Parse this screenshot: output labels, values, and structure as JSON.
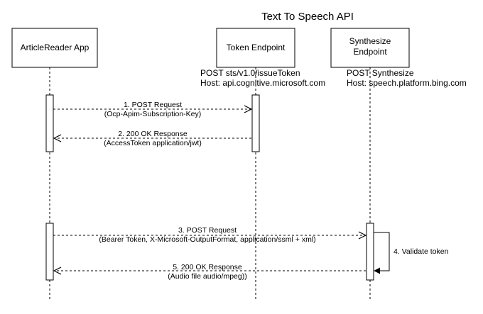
{
  "title": "Text To Speech API",
  "participants": [
    {
      "id": "app",
      "lines": [
        "ArticleReader App"
      ]
    },
    {
      "id": "token",
      "lines": [
        "Token Endpoint"
      ]
    },
    {
      "id": "synth",
      "lines": [
        "Synthesize",
        "Endpoint"
      ]
    }
  ],
  "notes": {
    "token": [
      "POST sts/v1.0/issueToken",
      "Host: api.cognitive.microsoft.com"
    ],
    "synth": [
      "POST Synthesize",
      "Host: speech.platform.bing.com"
    ]
  },
  "messages": [
    {
      "id": "m1",
      "lines": [
        "1. POST Request",
        "(Ocp-Apim-Subscription-Key)"
      ]
    },
    {
      "id": "m2",
      "lines": [
        "2. 200 OK Response",
        "(AccessToken application/jwt)"
      ]
    },
    {
      "id": "m3",
      "lines": [
        "3. POST Request",
        "(Bearer Token, X-Microsoft-OutputFormat, application/ssml + xml)"
      ]
    },
    {
      "id": "m4",
      "label": "4. Validate token"
    },
    {
      "id": "m5",
      "lines": [
        "5. 200 OK Response",
        "(Audio file audio/mpeg))"
      ]
    }
  ],
  "colors": {
    "line": "#000000",
    "background": "#ffffff"
  }
}
